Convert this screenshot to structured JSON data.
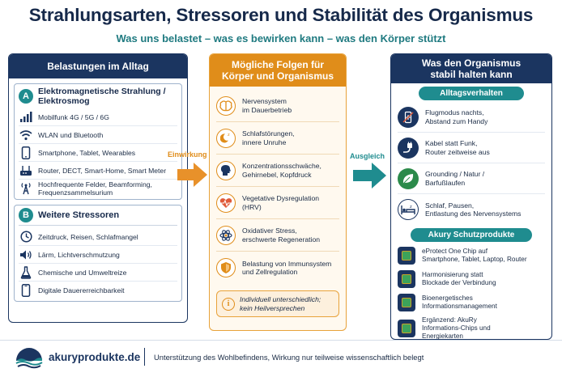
{
  "title": "Strahlungsarten, Stressoren und Stabilität des Organismus",
  "subtitle": "Was uns belastet – was es bewirken kann – was den Körper stützt",
  "left": {
    "header": "Belastungen im Alltag",
    "sectionA": {
      "letter": "A",
      "title": "Elektromagnetische Strahlung / Elektrosmog",
      "items": [
        {
          "icon": "signal-icon",
          "text": "Mobilfunk 4G / 5G / 6G"
        },
        {
          "icon": "wifi-icon",
          "text": "WLAN und Bluetooth"
        },
        {
          "icon": "smartphone-icon",
          "text": "Smartphone, Tablet, Wearables"
        },
        {
          "icon": "router-icon",
          "text": "Router, DECT, Smart-Home, Smart Meter"
        },
        {
          "icon": "antenna-icon",
          "text": "Hochfrequente Felder, Beamforming, Frequenzsammelsurium"
        }
      ]
    },
    "sectionB": {
      "letter": "B",
      "title": "Weitere Stressoren",
      "items": [
        {
          "icon": "clock-icon",
          "text": "Zeitdruck, Reisen, Schlafmangel"
        },
        {
          "icon": "sound-icon",
          "text": "Lärm, Lichtverschmutzung"
        },
        {
          "icon": "flask-icon",
          "text": "Chemische und Umweltreize"
        },
        {
          "icon": "phone-icon",
          "text": "Digitale Dauererreichbarkeit"
        }
      ]
    }
  },
  "arrow1_label": "Einwirkung",
  "arrow2_label": "Ausgleich",
  "middle": {
    "header_line1": "Mögliche Folgen für",
    "header_line2": "Körper und Organismus",
    "items": [
      {
        "icon": "brain-icon",
        "line1": "Nervensystem",
        "line2": "im Dauerbetrieb"
      },
      {
        "icon": "moon-icon",
        "line1": "Schlafstörungen,",
        "line2": "innere Unruhe"
      },
      {
        "icon": "head-icon",
        "line1": "Konzentrationsschwäche,",
        "line2": "Gehirnebel, Kopfdruck"
      },
      {
        "icon": "heartbeat-icon",
        "line1": "Vegetative Dysregulation",
        "line2": "(HRV)"
      },
      {
        "icon": "atom-icon",
        "line1": "Oxidativer Stress,",
        "line2": "erschwerte Regeneration"
      },
      {
        "icon": "shield-icon",
        "line1": "Belastung von Immunsystem",
        "line2": "und Zellregulation"
      }
    ],
    "note_line1": "Individuell unterschiedlich;",
    "note_line2": "kein Heilversprechen"
  },
  "right": {
    "header_line1": "Was den Organismus",
    "header_line2": "stabil halten kann",
    "pill1": "Alltagsverhalten",
    "behaviors": [
      {
        "icon": "airplane-mode-icon",
        "line1": "Flugmodus nachts,",
        "line2": "Abstand zum Handy"
      },
      {
        "icon": "cable-icon",
        "line1": "Kabel statt Funk,",
        "line2": "Router zeitweise aus"
      },
      {
        "icon": "leaf-icon",
        "line1": "Grounding / Natur /",
        "line2": "Barfußlaufen"
      },
      {
        "icon": "bed-icon",
        "line1": "Schlaf, Pausen,",
        "line2": "Entlastung des Nervensystems"
      }
    ],
    "pill2": "Akury Schutzprodukte",
    "products": [
      {
        "line1": "eProtect One Chip auf",
        "line2": "Smartphone, Tablet, Laptop, Router",
        "line3": ""
      },
      {
        "line1": "Harmonisierung statt",
        "line2": "Blockade der Verbindung",
        "line3": ""
      },
      {
        "line1": "Bioenergetisches",
        "line2": "Informationsmanagement",
        "line3": ""
      },
      {
        "line1": "Ergänzend: AkuRy",
        "line2": "Informations-Chips und",
        "line3": "Energiekarten"
      }
    ]
  },
  "footer": {
    "brand": "akuryprodukte.de",
    "disclaimer": "Unterstützung des Wohlbefindens, Wirkung nur teilweise wissenschaftlich belegt"
  },
  "colors": {
    "navy": "#1b3560",
    "teal": "#1f8c8f",
    "orange": "#e08d1a",
    "green": "#2b8a4a"
  }
}
